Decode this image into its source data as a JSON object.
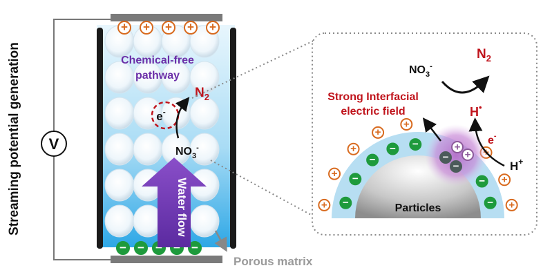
{
  "labels": {
    "side": "Streaming potential generation",
    "voltmeter": "V",
    "pathway_line1": "Chemical-free",
    "pathway_line2": "pathway",
    "n2": "N",
    "n2_sub": "2",
    "electron": "e",
    "electron_sup": "-",
    "nitrate": "NO",
    "nitrate_sub": "3",
    "nitrate_sup": "-",
    "water_flow": "Water flow",
    "porous": "Porous matrix",
    "field_line1": "Strong Interfacial",
    "field_line2": "electric field",
    "h_radical": "H",
    "h_radical_sup": "•",
    "h_plus": "H",
    "h_plus_sup": "+",
    "particles": "Particles",
    "plus_sign": "+",
    "minus_sign": "−"
  },
  "colors": {
    "purple": "#6b2fa8",
    "red": "#c0141c",
    "orange": "#d86a1e",
    "green": "#1e9a3c",
    "electrode": "#777777",
    "gray_text": "#9a9a9a",
    "dark": "#111111",
    "shell": "#b7def2"
  }
}
